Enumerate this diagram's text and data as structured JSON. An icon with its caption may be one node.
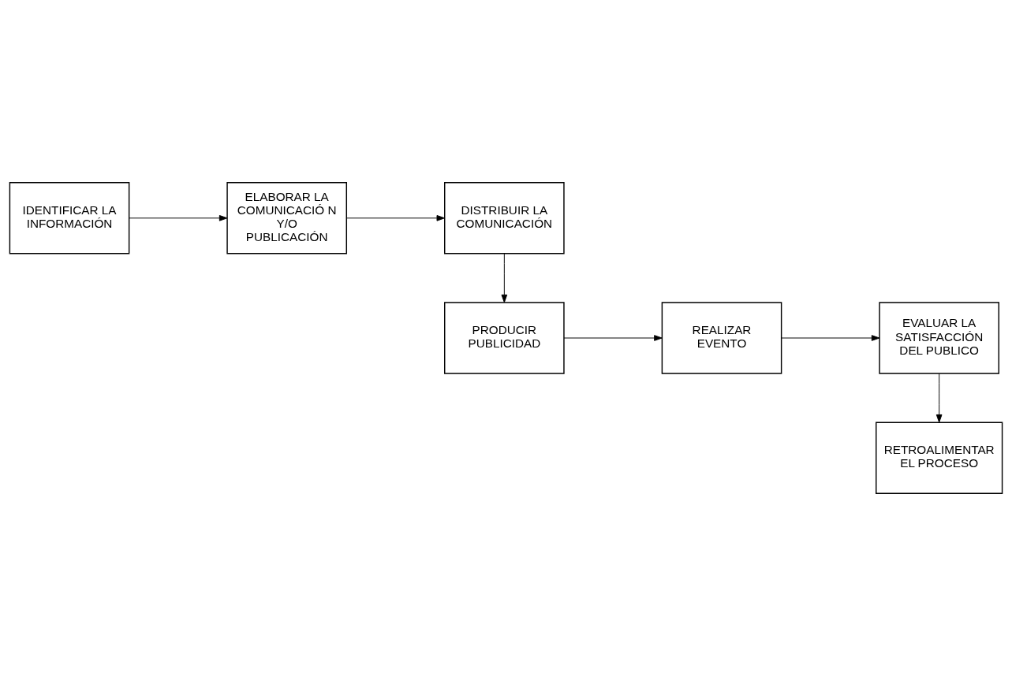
{
  "diagram": {
    "nodes": [
      {
        "text": [
          "IDENTIFICAR LA INFORMACIÓN"
        ]
      },
      {
        "text": [
          "ELABORAR LA COMUNICACIÓ N Y/O PUBLICACIÓN"
        ]
      },
      {
        "text": [
          "DISTRIBUIR LA COMUNICACIÓN"
        ]
      },
      {
        "text": [
          "PRODUCIR PUBLICIDAD"
        ]
      },
      {
        "text": [
          "REALIZAR EVENTO"
        ]
      },
      {
        "text": [
          "EVALUAR LA SATISFACCIÓN DEL PUBLICO"
        ]
      },
      {
        "text": [
          "RETROALIMENTAR EL PROCESO"
        ]
      }
    ],
    "edges": [
      {
        "from": 0,
        "to": 1,
        "arrow": "to"
      },
      {
        "from": 1,
        "to": 2,
        "arrow": "to"
      },
      {
        "from": 2,
        "to": 3,
        "arrow": "to"
      },
      {
        "from": 3,
        "to": 4,
        "arrow": "to"
      },
      {
        "from": 4,
        "to": 5,
        "arrow": "to"
      },
      {
        "from": 5,
        "to": 6,
        "arrow": "to"
      }
    ]
  }
}
